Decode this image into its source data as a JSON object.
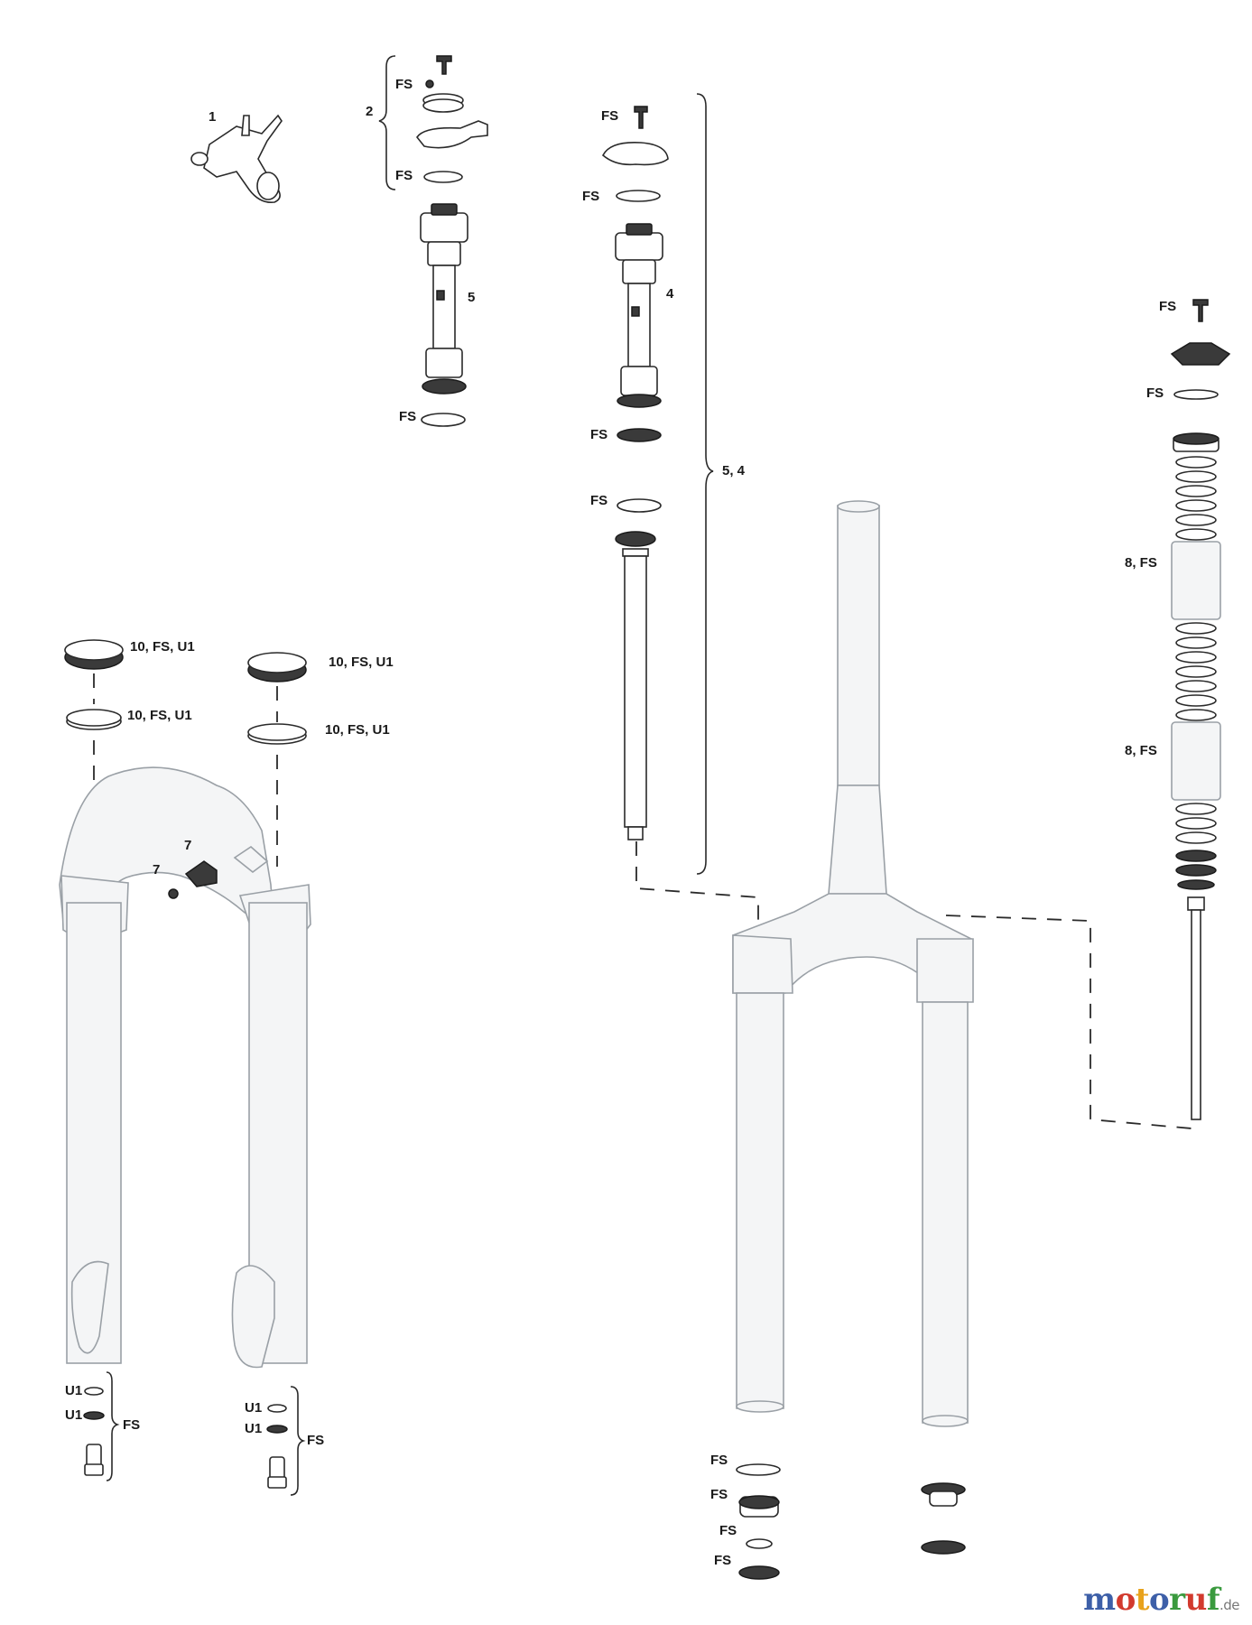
{
  "labels": {
    "l1": "1",
    "l2": "2",
    "l4": "4",
    "l5": "5",
    "l54": "5, 4",
    "l7a": "7",
    "l7b": "7",
    "l8a": "8, FS",
    "l8b": "8, FS",
    "l10a": "10, FS, U1",
    "l10b": "10, FS, U1",
    "l10c": "10, FS, U1",
    "l10d": "10, FS, U1",
    "fs": "FS",
    "u1": "U1"
  },
  "watermark": {
    "letters": [
      "m",
      "o",
      "t",
      "o",
      "r",
      "u",
      "f"
    ],
    "tld": ".de",
    "colors": [
      "#3d5fa8",
      "#d23a2e",
      "#e8a21c",
      "#3d5fa8",
      "#3a9a3e",
      "#d23a2e",
      "#3a9a3e"
    ]
  }
}
